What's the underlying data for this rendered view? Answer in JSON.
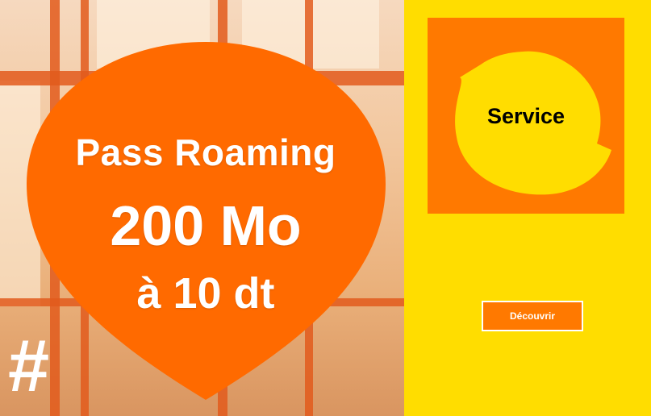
{
  "promo": {
    "title": "Pass Roaming",
    "volume": "200 Mo",
    "price": "à 10 dt",
    "hashtag": "#"
  },
  "side_tile": {
    "label": "Service"
  },
  "cta": {
    "label": "Découvrir"
  },
  "colors": {
    "orange": "#ff7900",
    "bubble": "#ff6a00",
    "yellow": "#ffdd00",
    "white": "#ffffff"
  }
}
